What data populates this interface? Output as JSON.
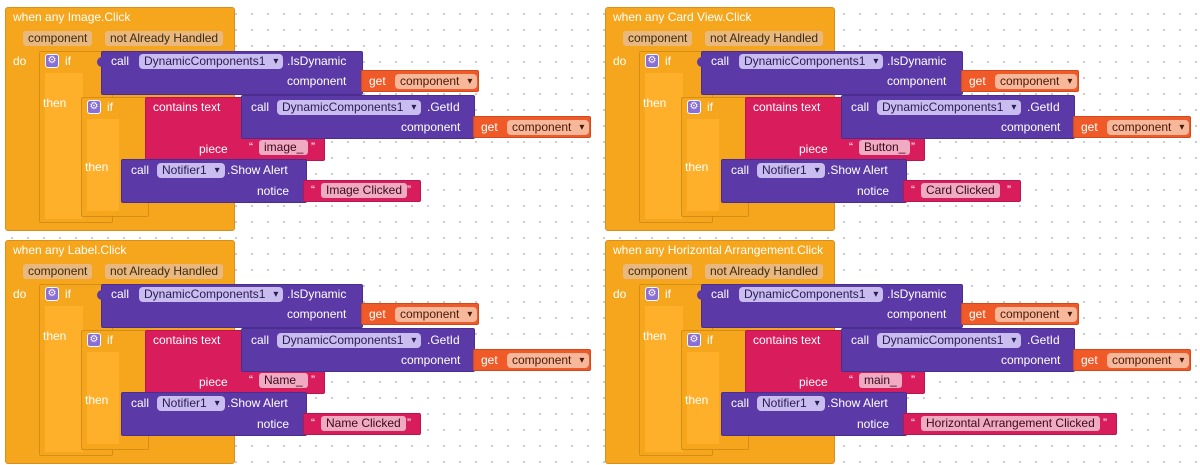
{
  "kw": {
    "do": "do",
    "if": "if",
    "then": "then",
    "call": "call",
    "component": "component",
    "piece": "piece",
    "notice": "notice",
    "contains_text": "contains text",
    "get": "get",
    "is_dynamic": ".IsDynamic",
    "get_id": ".GetId",
    "show_alert": ".Show Alert",
    "param_component": "component",
    "param_not_handled": "not Already Handled",
    "quote": "“",
    "quote_close": "”"
  },
  "dropdowns": {
    "dynamic": "DynamicComponents1",
    "notifier": "Notifier1",
    "component_var": "component"
  },
  "blocks": [
    {
      "event": "when any Image.Click",
      "piece": "image_",
      "notice": "Image Clicked"
    },
    {
      "event": "when any Card View.Click",
      "piece": "Button_",
      "notice": "Card Clicked"
    },
    {
      "event": "when any Label.Click",
      "piece": "Name_",
      "notice": "Name Clicked"
    },
    {
      "event": "when any Horizontal Arrangement.Click",
      "piece": "main_",
      "notice": "Horizontal Arrangement Clicked"
    }
  ]
}
